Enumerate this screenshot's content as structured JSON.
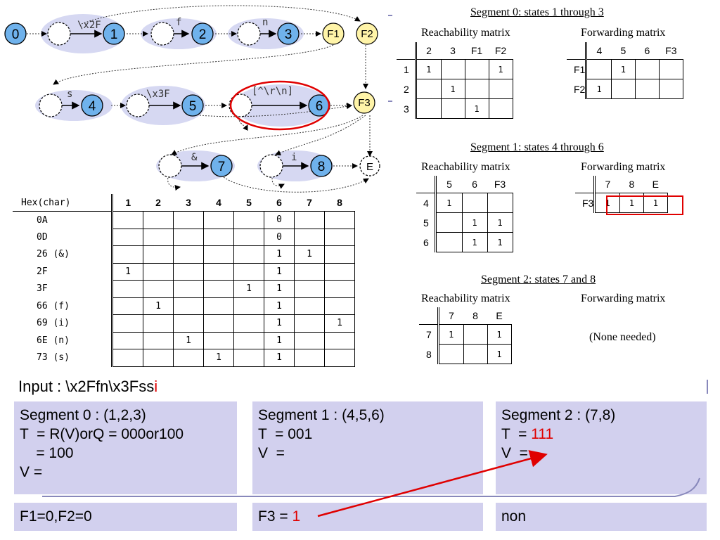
{
  "automaton": {
    "states": [
      "0",
      "1",
      "2",
      "3",
      "4",
      "5",
      "6",
      "7",
      "8"
    ],
    "finals": [
      "F1",
      "F2",
      "F3",
      "E"
    ],
    "edge_labels": {
      "to_1": "\\x2F",
      "to_2": "f",
      "to_3": "n",
      "to_4": "s",
      "to_5": "\\x3F",
      "to_6": "[^\\r\\n]",
      "to_7": "&",
      "to_8": "i"
    },
    "highlight_color": "#e00000",
    "group_color": "#d6d8f2",
    "state_fill": "#6fb2ec",
    "final_fill": "#fff4a8"
  },
  "char_table": {
    "header": "Hex(char)",
    "columns": [
      "1",
      "2",
      "3",
      "4",
      "5",
      "6",
      "7",
      "8"
    ],
    "rows": [
      {
        "hex": "0A",
        "cells": [
          "",
          "",
          "",
          "",
          "",
          "0",
          "",
          ""
        ]
      },
      {
        "hex": "0D",
        "cells": [
          "",
          "",
          "",
          "",
          "",
          "0",
          "",
          ""
        ]
      },
      {
        "hex": "26  (&)",
        "cells": [
          "",
          "",
          "",
          "",
          "",
          "1",
          "1",
          ""
        ]
      },
      {
        "hex": "2F",
        "cells": [
          "1",
          "",
          "",
          "",
          "",
          "1",
          "",
          ""
        ]
      },
      {
        "hex": "3F",
        "cells": [
          "",
          "",
          "",
          "",
          "1",
          "1",
          "",
          ""
        ]
      },
      {
        "hex": "66  (f)",
        "cells": [
          "",
          "1",
          "",
          "",
          "",
          "1",
          "",
          ""
        ]
      },
      {
        "hex": "69  (i)",
        "cells": [
          "",
          "",
          "",
          "",
          "",
          "1",
          "",
          "1"
        ]
      },
      {
        "hex": "6E  (n)",
        "cells": [
          "",
          "",
          "1",
          "",
          "",
          "1",
          "",
          ""
        ]
      },
      {
        "hex": "73  (s)",
        "cells": [
          "",
          "",
          "",
          "1",
          "",
          "1",
          "",
          ""
        ]
      }
    ]
  },
  "segments": [
    {
      "title": "Segment 0: states 1 through 3",
      "reach_title": "Reachability matrix",
      "fwd_title": "Forwarding matrix",
      "reach_cols": [
        "2",
        "3",
        "F1",
        "F2"
      ],
      "reach_rows": [
        {
          "label": "1",
          "cells": [
            "1",
            "",
            "",
            "1"
          ]
        },
        {
          "label": "2",
          "cells": [
            "",
            "1",
            "",
            ""
          ]
        },
        {
          "label": "3",
          "cells": [
            "",
            "",
            "1",
            ""
          ]
        }
      ],
      "fwd_cols": [
        "4",
        "5",
        "6",
        "F3"
      ],
      "fwd_rows": [
        {
          "label": "F1",
          "cells": [
            "",
            "1",
            "",
            ""
          ]
        },
        {
          "label": "F2",
          "cells": [
            "1",
            "",
            "",
            ""
          ]
        }
      ]
    },
    {
      "title": "Segment 1: states 4 through 6",
      "reach_title": "Reachability matrix",
      "fwd_title": "Forwarding matrix",
      "reach_cols": [
        "5",
        "6",
        "F3"
      ],
      "reach_rows": [
        {
          "label": "4",
          "cells": [
            "1",
            "",
            ""
          ]
        },
        {
          "label": "5",
          "cells": [
            "",
            "1",
            "1"
          ]
        },
        {
          "label": "6",
          "cells": [
            "",
            "1",
            "1"
          ]
        }
      ],
      "fwd_cols": [
        "7",
        "8",
        "E"
      ],
      "fwd_rows": [
        {
          "label": "F3",
          "cells": [
            "1",
            "1",
            "1"
          ]
        }
      ]
    },
    {
      "title": "Segment 2: states 7 and 8",
      "reach_title": "Reachability matrix",
      "fwd_title": "Forwarding matrix",
      "reach_cols": [
        "7",
        "8",
        "E"
      ],
      "reach_rows": [
        {
          "label": "7",
          "cells": [
            "1",
            "",
            "1"
          ]
        },
        {
          "label": "8",
          "cells": [
            "",
            "",
            "1"
          ]
        }
      ],
      "fwd_none": "(None needed)"
    }
  ],
  "input": {
    "prefix": "Input : \\x2Ffn\\x3Fss",
    "highlight": "i"
  },
  "panels": {
    "seg0": {
      "title": "Segment 0 : (1,2,3)",
      "t": "T  = R(V)orQ = 000or100",
      "t2": "    = 100",
      "v": "V ="
    },
    "seg1": {
      "title": "Segment 1 : (4,5,6)",
      "t": "T  = 001",
      "v": "V  ="
    },
    "seg2": {
      "title": "Segment 2 : (7,8)",
      "t_prefix": "T  = ",
      "t_value": "111",
      "v": "V  ="
    },
    "forward0": "F1=0,F2=0",
    "forward1_prefix": "F3 = ",
    "forward1_value": "1",
    "forward2": "non"
  }
}
